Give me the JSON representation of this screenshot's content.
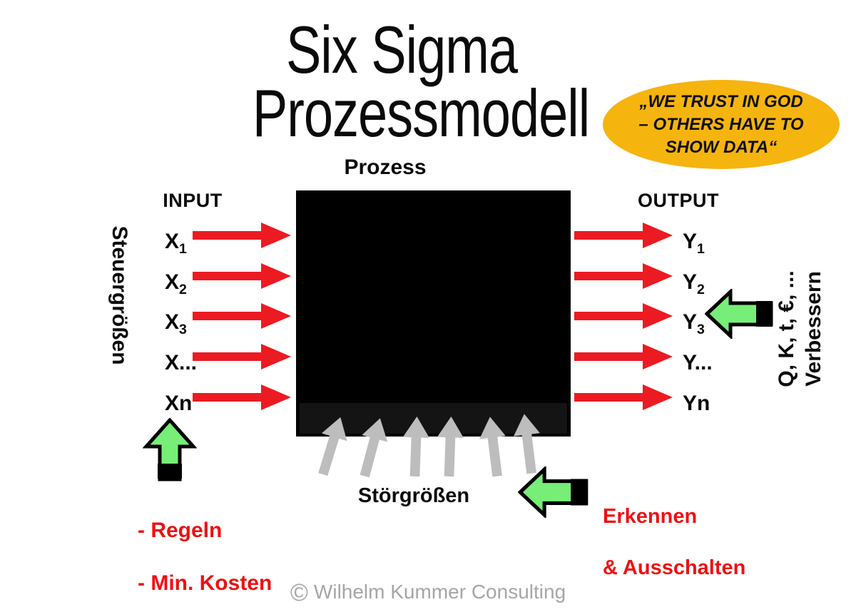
{
  "title": {
    "line1": "Six Sigma",
    "line2": "Prozessmodell"
  },
  "badge": {
    "line1": "„WE TRUST IN GOD",
    "line2": "– OTHERS HAVE TO",
    "line3": "SHOW DATA“"
  },
  "process_label": "Prozess",
  "input": {
    "header": "INPUT",
    "side_label": "Steuergrößen",
    "items": [
      {
        "base": "X",
        "sub": "1"
      },
      {
        "base": "X",
        "sub": "2"
      },
      {
        "base": "X",
        "sub": "3"
      },
      {
        "base": "X...",
        "sub": ""
      },
      {
        "base": "Xn",
        "sub": ""
      }
    ]
  },
  "output": {
    "header": "OUTPUT",
    "side_label_line1": "Q, K, t, €, ...",
    "side_label_line2": "Verbessern",
    "items": [
      {
        "base": "Y",
        "sub": "1"
      },
      {
        "base": "Y",
        "sub": "2"
      },
      {
        "base": "Y",
        "sub": "3"
      },
      {
        "base": "Y...",
        "sub": ""
      },
      {
        "base": "Yn",
        "sub": ""
      }
    ]
  },
  "bottom": {
    "disturbance_label": "Störgrößen",
    "control_note_line1": "- Regeln",
    "control_note_line2": "- Min. Kosten",
    "disturbance_note_line1": "Erkennen",
    "disturbance_note_line2": "& Ausschalten"
  },
  "footer": {
    "copyright_symbol": "©",
    "text": "Wilhelm Kummer Consulting"
  },
  "colors": {
    "arrow_red": "#EC1B22",
    "arrow_green": "#77EE77",
    "arrow_gray": "#BDBDBD",
    "badge_yellow": "#F6B40F",
    "note_red": "#EE1111",
    "footer_gray": "#A6A6A6"
  }
}
